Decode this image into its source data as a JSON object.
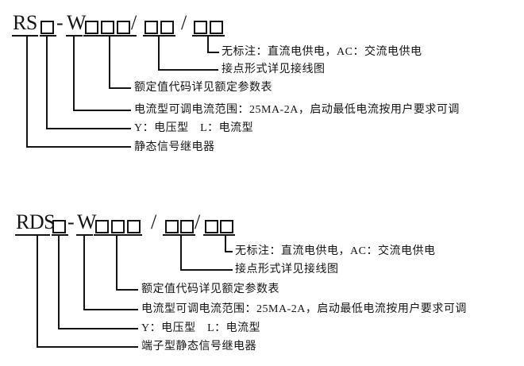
{
  "page": {
    "background_color": "#ffffff",
    "line_color": "#141414"
  },
  "diagram_top": {
    "pattern": "RS□-W□□□/□□ /□□",
    "code": {
      "prefix": "RS",
      "dash": "-",
      "letter": "W",
      "slash1": "/",
      "slash2": "/"
    },
    "labels": {
      "power": "无标注：直流电供电，AC：交流电供电",
      "contact": "接点形式详见接线图",
      "rated": "额定值代码详见额定参数表",
      "current": "电流型可调电流范围：25MA-2A，启动最低电流按用户要求可调",
      "type": "Y：电压型　L：电流型",
      "name": "静态信号继电器"
    }
  },
  "diagram_bottom": {
    "pattern": "RDS□-W□□□ /□□/□□",
    "code": {
      "prefix": "RDS",
      "dash": "-",
      "letter": "W",
      "slash1": "/",
      "slash2": "/"
    },
    "labels": {
      "power": "无标注：直流电供电，AC：交流电供电",
      "contact": "接点形式详见接线图",
      "rated": "额定值代码详见额定参数表",
      "current": "电流型可调电流范围：25MA-2A，启动最低电流按用户要求可调",
      "type": "Y：电压型　L：电流型",
      "name": "端子型静态信号继电器"
    }
  }
}
